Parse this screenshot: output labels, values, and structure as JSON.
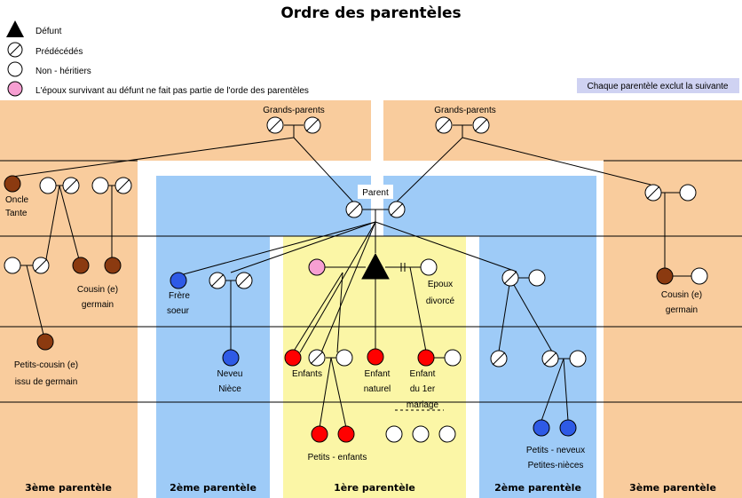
{
  "title": "Ordre des parentèles",
  "legend": {
    "defunt": "Défunt",
    "predecedes": "Prédécédés",
    "non_heritiers": "Non - héritiers",
    "epoux": "L'époux survivant au défunt ne fait pas partie de l'orde des parentèles"
  },
  "note": "Chaque parentèle exclut la suivante",
  "labels": {
    "grands_parents_left": "Grands-parents",
    "grands_parents_right": "Grands-parents",
    "parent": "Parent",
    "oncle": "Oncle",
    "tante": "Tante",
    "cousin_left_1": "Cousin (e)",
    "cousin_left_2": "germain",
    "petits_cousin_1": "Petits-cousin (e)",
    "petits_cousin_2": "issu de germain",
    "frere": "Frère",
    "soeur": "soeur",
    "neveu": "Neveu",
    "niece": "Nièce",
    "enfants": "Enfants",
    "enfant_naturel_1": "Enfant",
    "enfant_naturel_2": "naturel",
    "enfant_mariage_1": "Enfant",
    "enfant_mariage_2": "du 1er",
    "enfant_mariage_3": "mariage",
    "epoux_divorce_1": "Epoux",
    "epoux_divorce_2": "divorcé",
    "petits_enfants": "Petits - enfants",
    "petits_neveux": "Petits - neveux",
    "petites_nieces": "Petites-nièces",
    "cousin_right_1": "Cousin (e)",
    "cousin_right_2": "germain"
  },
  "parenteles": {
    "left3": "3ème parentèle",
    "left2": "2ème parentèle",
    "first": "1ère parentèle",
    "right2": "2ème parentèle",
    "right3": "3ème parentèle"
  },
  "colors": {
    "orange": "#f9cc9d",
    "blue": "#9ecbf7",
    "yellow": "#fbf6a6",
    "brown": "#8b3a10",
    "red": "#ff0000",
    "navy": "#2e5ae6",
    "pink": "#f79fd2",
    "note_bg": "#cfd2f2"
  }
}
